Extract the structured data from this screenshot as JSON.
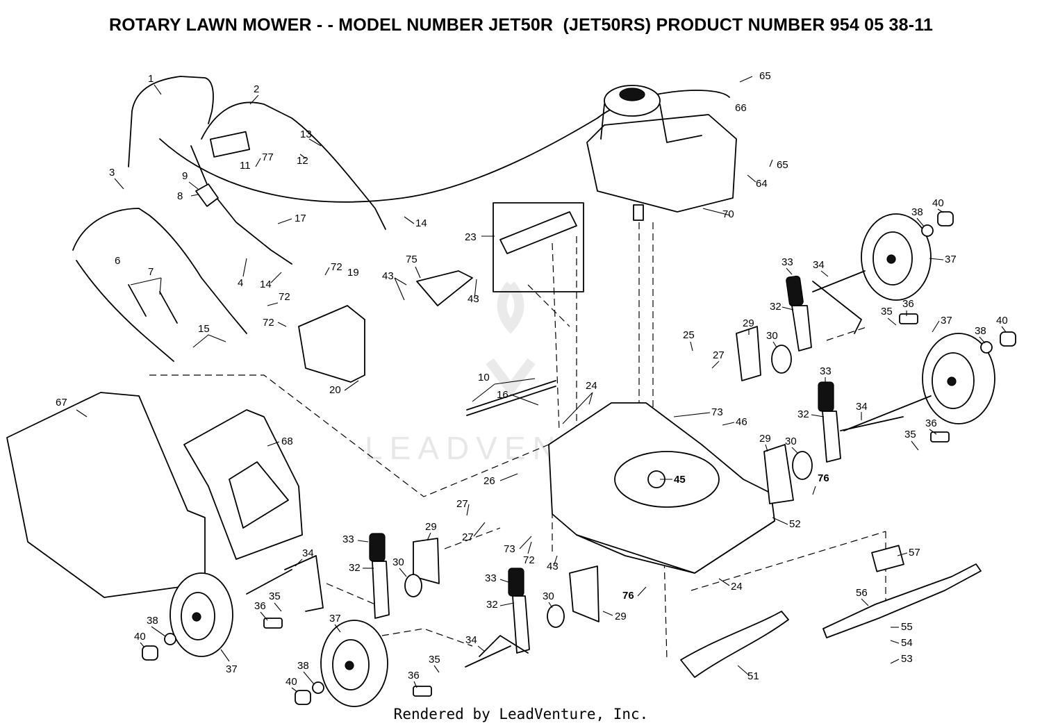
{
  "title": "ROTARY LAWN MOWER - - MODEL NUMBER JET50R  (JET50RS) PRODUCT NUMBER 954 05 38-11",
  "footer": "Rendered by LeadVenture, Inc.",
  "watermark": "LEADVENTURE",
  "callouts": [
    {
      "id": "c1",
      "label": "1"
    },
    {
      "id": "c2",
      "label": "2"
    },
    {
      "id": "c3",
      "label": "3"
    },
    {
      "id": "c4",
      "label": "4"
    },
    {
      "id": "c6",
      "label": "6"
    },
    {
      "id": "c7",
      "label": "7"
    },
    {
      "id": "c8",
      "label": "8"
    },
    {
      "id": "c9",
      "label": "9"
    },
    {
      "id": "c10",
      "label": "10"
    },
    {
      "id": "c11",
      "label": "11"
    },
    {
      "id": "c12",
      "label": "12"
    },
    {
      "id": "c13",
      "label": "13"
    },
    {
      "id": "c14a",
      "label": "14"
    },
    {
      "id": "c14b",
      "label": "14"
    },
    {
      "id": "c15",
      "label": "15"
    },
    {
      "id": "c16",
      "label": "16"
    },
    {
      "id": "c17",
      "label": "17"
    },
    {
      "id": "c19",
      "label": "19"
    },
    {
      "id": "c20",
      "label": "20"
    },
    {
      "id": "c23",
      "label": "23"
    },
    {
      "id": "c24a",
      "label": "24"
    },
    {
      "id": "c24b",
      "label": "24"
    },
    {
      "id": "c25",
      "label": "25"
    },
    {
      "id": "c26",
      "label": "26"
    },
    {
      "id": "c27a",
      "label": "27"
    },
    {
      "id": "c27b",
      "label": "27"
    },
    {
      "id": "c27c",
      "label": "27"
    },
    {
      "id": "c29a",
      "label": "29"
    },
    {
      "id": "c29b",
      "label": "29"
    },
    {
      "id": "c29c",
      "label": "29"
    },
    {
      "id": "c29d",
      "label": "29"
    },
    {
      "id": "c30a",
      "label": "30"
    },
    {
      "id": "c30b",
      "label": "30"
    },
    {
      "id": "c30c",
      "label": "30"
    },
    {
      "id": "c30d",
      "label": "30"
    },
    {
      "id": "c32a",
      "label": "32"
    },
    {
      "id": "c32b",
      "label": "32"
    },
    {
      "id": "c32c",
      "label": "32"
    },
    {
      "id": "c32d",
      "label": "32"
    },
    {
      "id": "c33a",
      "label": "33"
    },
    {
      "id": "c33b",
      "label": "33"
    },
    {
      "id": "c33c",
      "label": "33"
    },
    {
      "id": "c33d",
      "label": "33"
    },
    {
      "id": "c34a",
      "label": "34"
    },
    {
      "id": "c34b",
      "label": "34"
    },
    {
      "id": "c34c",
      "label": "34"
    },
    {
      "id": "c34d",
      "label": "34"
    },
    {
      "id": "c35a",
      "label": "35"
    },
    {
      "id": "c35b",
      "label": "35"
    },
    {
      "id": "c35c",
      "label": "35"
    },
    {
      "id": "c35d",
      "label": "35"
    },
    {
      "id": "c36a",
      "label": "36"
    },
    {
      "id": "c36b",
      "label": "36"
    },
    {
      "id": "c36c",
      "label": "36"
    },
    {
      "id": "c36d",
      "label": "36"
    },
    {
      "id": "c37a",
      "label": "37"
    },
    {
      "id": "c37b",
      "label": "37"
    },
    {
      "id": "c37c",
      "label": "37"
    },
    {
      "id": "c37d",
      "label": "37"
    },
    {
      "id": "c38a",
      "label": "38"
    },
    {
      "id": "c38b",
      "label": "38"
    },
    {
      "id": "c38c",
      "label": "38"
    },
    {
      "id": "c38d",
      "label": "38"
    },
    {
      "id": "c40a",
      "label": "40"
    },
    {
      "id": "c40b",
      "label": "40"
    },
    {
      "id": "c40c",
      "label": "40"
    },
    {
      "id": "c40d",
      "label": "40"
    },
    {
      "id": "c43a",
      "label": "43"
    },
    {
      "id": "c43b",
      "label": "43"
    },
    {
      "id": "c43c",
      "label": "43"
    },
    {
      "id": "c45",
      "label": "45"
    },
    {
      "id": "c46",
      "label": "46"
    },
    {
      "id": "c51",
      "label": "51"
    },
    {
      "id": "c52",
      "label": "52"
    },
    {
      "id": "c53",
      "label": "53"
    },
    {
      "id": "c54",
      "label": "54"
    },
    {
      "id": "c55",
      "label": "55"
    },
    {
      "id": "c56",
      "label": "56"
    },
    {
      "id": "c57",
      "label": "57"
    },
    {
      "id": "c64",
      "label": "64"
    },
    {
      "id": "c65a",
      "label": "65"
    },
    {
      "id": "c65b",
      "label": "65"
    },
    {
      "id": "c66",
      "label": "66"
    },
    {
      "id": "c67",
      "label": "67"
    },
    {
      "id": "c68",
      "label": "68"
    },
    {
      "id": "c70",
      "label": "70"
    },
    {
      "id": "c72a",
      "label": "72"
    },
    {
      "id": "c72b",
      "label": "72"
    },
    {
      "id": "c72c",
      "label": "72"
    },
    {
      "id": "c72d",
      "label": "72"
    },
    {
      "id": "c73a",
      "label": "73"
    },
    {
      "id": "c73b",
      "label": "73"
    },
    {
      "id": "c75",
      "label": "75"
    },
    {
      "id": "c76a",
      "label": "76"
    },
    {
      "id": "c76b",
      "label": "76"
    },
    {
      "id": "c77",
      "label": "77"
    }
  ]
}
